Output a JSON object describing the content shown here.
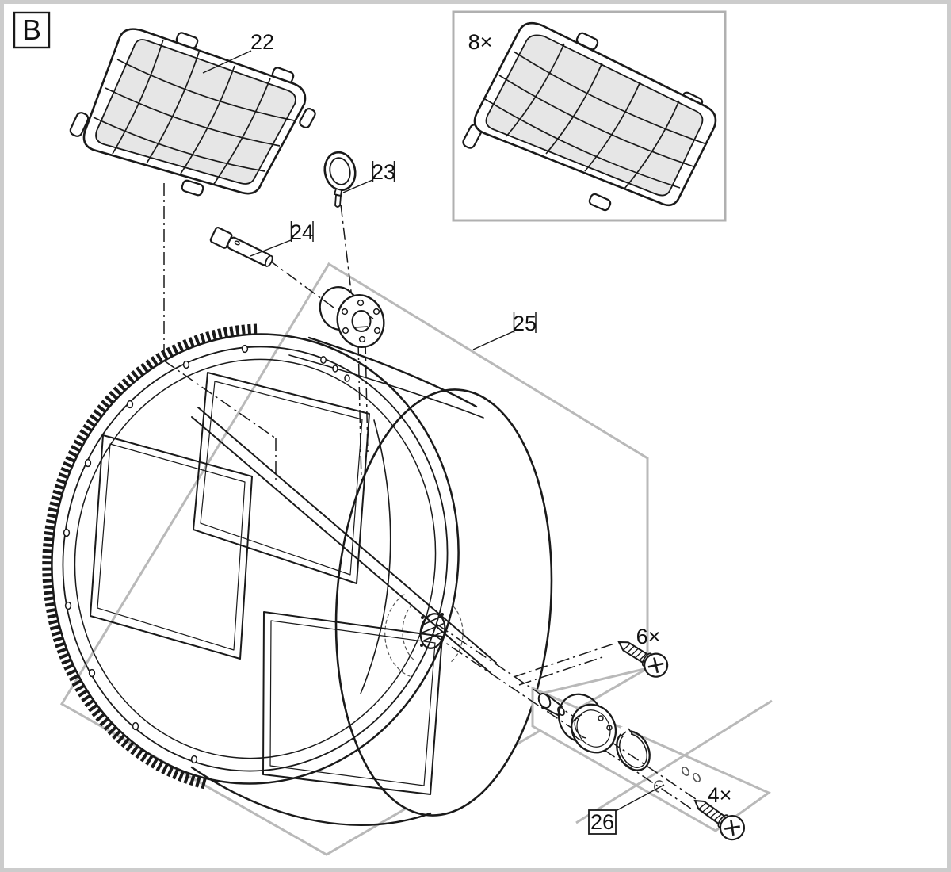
{
  "figure": {
    "view_label": "B"
  },
  "labels": {
    "panel": "22",
    "ring_pin": "23",
    "axle_pin": "24",
    "drum": "25",
    "bearing_kit": "26",
    "inset_qty": "8×",
    "screws_front_qty": "6×",
    "screws_bearing_qty": "4×"
  },
  "colors": {
    "line": "#1a1a1a",
    "construction": "#b9b9b9",
    "mesh_fill": "#e6e6e6",
    "frame_border": "#cccccc",
    "paper": "#ffffff"
  }
}
